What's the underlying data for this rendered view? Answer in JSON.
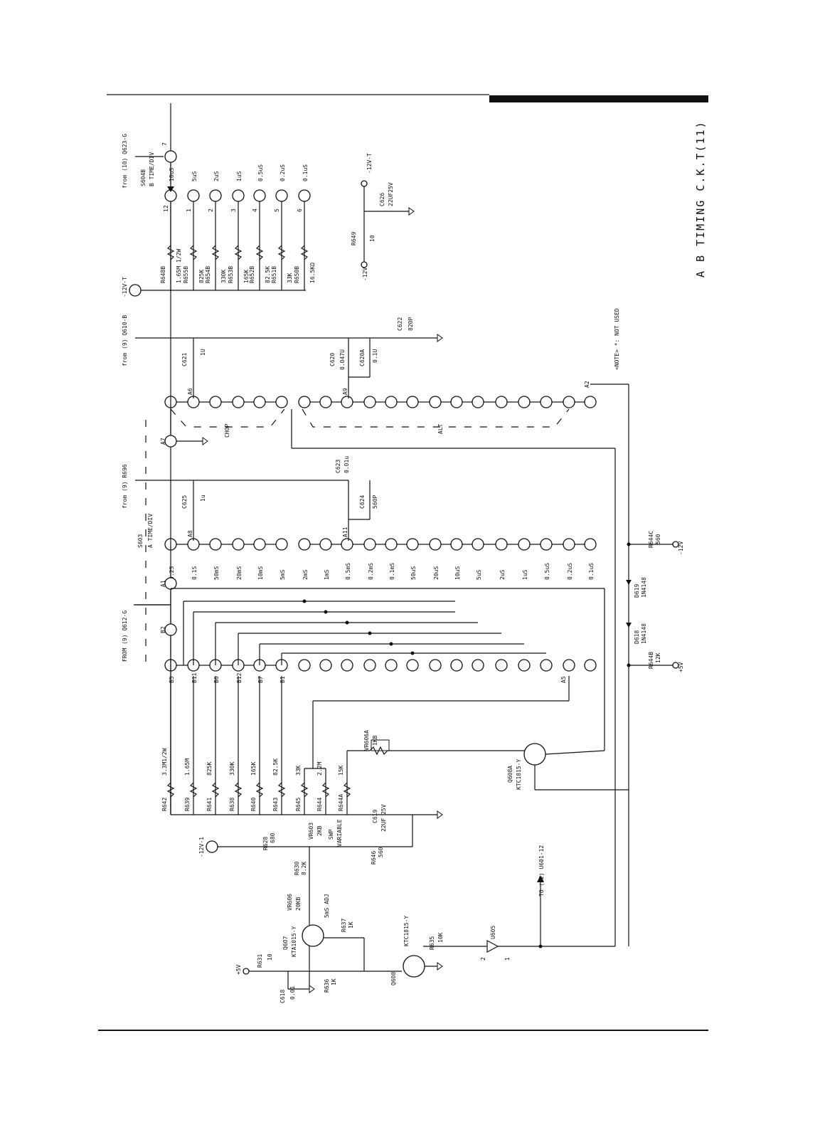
{
  "title": "A B TIMING C.K.T(11)",
  "note": "<NOTE> *: NOT USED",
  "switch_a": {
    "name": "S603",
    "desc": "A TIME/DIV",
    "positions": [
      "0.2S",
      "0.1S",
      "50mS",
      "20mS",
      "10mS",
      "5mS",
      "2mS",
      "1mS",
      "0.5mS",
      "0.2mS",
      "0.1mS",
      "50uS",
      "20uS",
      "10uS",
      "5uS",
      "2uS",
      "1uS",
      "0.5uS",
      "0.2uS",
      "0.1uS"
    ]
  },
  "switch_b": {
    "name": "S604B",
    "desc": "B TIME/DIV",
    "positions": [
      "10uS",
      "5uS",
      "2uS",
      "1uS",
      "0.5uS",
      "0.2uS",
      "0.1uS"
    ],
    "pin_numbers": [
      "12",
      "1",
      "2",
      "3",
      "4",
      "5",
      "6"
    ],
    "common_pin": "7"
  },
  "b_resistors": [
    {
      "ref": "R648B",
      "value": "1.65M 1/2W"
    },
    {
      "ref": "R655B",
      "value": "825K"
    },
    {
      "ref": "R654B",
      "value": "330K"
    },
    {
      "ref": "R653B",
      "value": "165K"
    },
    {
      "ref": "R652B",
      "value": "82.5K"
    },
    {
      "ref": "R651B",
      "value": "33K"
    },
    {
      "ref": "R650B",
      "value": "16.5KΩ"
    }
  ],
  "a_resistors": [
    {
      "ref": "R642",
      "value": "3.3M1/2W"
    },
    {
      "ref": "R639",
      "value": "1.65M"
    },
    {
      "ref": "R641",
      "value": "825K"
    },
    {
      "ref": "R638",
      "value": "330K"
    },
    {
      "ref": "R640",
      "value": "165K"
    },
    {
      "ref": "R643",
      "value": "82.5K"
    },
    {
      "ref": "R645",
      "value": "33K"
    },
    {
      "ref": "R644",
      "value": "2.2M"
    },
    {
      "ref": "R644A",
      "value": "15K"
    }
  ],
  "b_pin_labels": [
    "B5",
    "B11",
    "B6",
    "B12",
    "B7",
    "B1"
  ],
  "a_labels": {
    "a1": "A1",
    "a2": "A2",
    "a5": "A5",
    "a6": "A6",
    "a7": "A7",
    "a8": "A8",
    "a9": "A9",
    "a11": "A11",
    "b2": "B2"
  },
  "caps": {
    "c621": {
      "ref": "C621",
      "value": "1U"
    },
    "c620": {
      "ref": "C620",
      "value": "0.047U"
    },
    "c620a": {
      "ref": "C620A",
      "value": "0.1U"
    },
    "c622": {
      "ref": "C622",
      "value": "820P"
    },
    "c623": {
      "ref": "C623",
      "value": "0.01u"
    },
    "c624": {
      "ref": "C624",
      "value": "560P"
    },
    "c625": {
      "ref": "C625",
      "value": "1u"
    },
    "c626": {
      "ref": "C626",
      "value": "22UF25V"
    },
    "c619": {
      "ref": "C619",
      "value": "22UF 25V"
    },
    "c618": {
      "ref": "C618",
      "value": "0.01"
    }
  },
  "misc": {
    "r649": "R649",
    "r649_val": "10",
    "n_12v": "-12V",
    "n_12vt": "-12V-T",
    "n_12vt2": "-12V-T",
    "chop": "CHOP",
    "alt": "ALT",
    "from_q623": "from (10) Q623-G",
    "from_q610": "from (9) Q610-B",
    "from_r696": "from (9) R696",
    "from_q612": "FROM (9) Q612-G",
    "vr606a": "VR606A",
    "vr606a_val": "1KB",
    "q608a": "Q608A",
    "q608a_type": "KTC1815-Y",
    "r644c": "R644C",
    "r644c_val": "560",
    "n_m12": "-12V",
    "d619": "D619",
    "d619_type": "1N4148",
    "d618": "D618",
    "d618_type": "1N4148",
    "r644b": "R644B",
    "r644b_val": "12K",
    "n_p5": "+5V",
    "n_12v1": "-12V-1",
    "r628": "R628",
    "r628_val": "680",
    "vr603": "VR603",
    "vr603_val": "2KB",
    "swp": "SWP",
    "variable": "VARIABLE",
    "r646": "R646",
    "r646_val": "560",
    "r630": "R630",
    "r630_val": "8.2K",
    "vr606": "VR606",
    "vr606_val": "20KB",
    "ms_adj": "5mS ADJ",
    "q607": "Q607",
    "q607_type": "KTA1015-Y",
    "r637": "R637",
    "r637_val": "1K",
    "r631": "R631",
    "r631_val": "10",
    "p5v": "+5V",
    "r636": "R636",
    "r636_val": "1K",
    "q608": "Q608",
    "q608_type": "KTC1815-Y",
    "r635": "R635",
    "r635_val": "10K",
    "u605": "U605",
    "pin2": "2",
    "pin1": "1",
    "to_u601": "TO (12) U601-12"
  }
}
